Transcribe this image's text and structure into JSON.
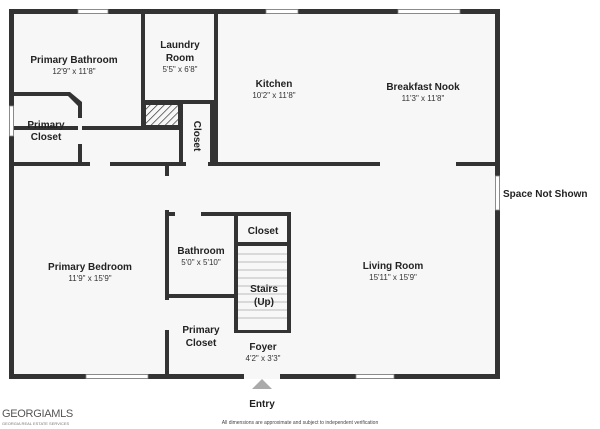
{
  "rooms": {
    "primary_bathroom": {
      "name": "Primary Bathroom",
      "dim": "12'9\" x 11'8\""
    },
    "laundry_room": {
      "name_line1": "Laundry",
      "name_line2": "Room",
      "dim": "5'5\" x 6'8\""
    },
    "kitchen": {
      "name": "Kitchen",
      "dim": "10'2\" x 11'8\""
    },
    "breakfast_nook": {
      "name": "Breakfast Nook",
      "dim": "11'3\" x 11'8\""
    },
    "primary_closet_top": {
      "name_line1": "Primary",
      "name_line2": "Closet"
    },
    "closet_vertical": {
      "name": "Closet"
    },
    "primary_bedroom": {
      "name": "Primary Bedroom",
      "dim": "11'9\" x 15'9\""
    },
    "bathroom": {
      "name": "Bathroom",
      "dim": "5'0\" x 5'10\""
    },
    "closet_small": {
      "name": "Closet"
    },
    "stairs": {
      "name_line1": "Stairs",
      "name_line2": "(Up)"
    },
    "living_room": {
      "name": "Living Room",
      "dim": "15'11\" x 15'9\""
    },
    "primary_closet_bottom": {
      "name_line1": "Primary",
      "name_line2": "Closet"
    },
    "foyer": {
      "name": "Foyer",
      "dim": "4'2\" x 3'3\""
    }
  },
  "labels": {
    "space_not_shown": "Space Not Shown",
    "entry": "Entry"
  },
  "footer": {
    "logo_text": "GEORGIAMLS",
    "logo_subtext": "GEORGIA REAL ESTATE SERVICES",
    "disclaimer": "All dimensions are approximate and subject to independent verification"
  },
  "colors": {
    "wall": "#333333",
    "floor": "#f7f7f7",
    "window": "#ffffff",
    "logo": "#6e6e6e"
  }
}
